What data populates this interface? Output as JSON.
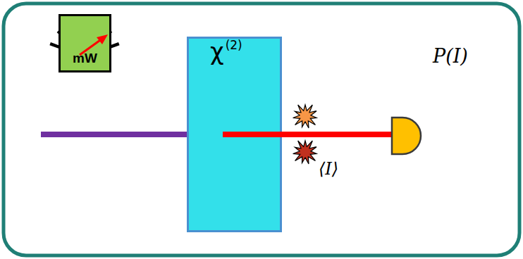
{
  "diagram": {
    "nodes": [
      {
        "text": [
          "mW"
        ]
      },
      {
        "text": [
          "χ",
          "(2)"
        ]
      }
    ],
    "labels": [
      "P(I)",
      "⟨I⟩"
    ]
  }
}
